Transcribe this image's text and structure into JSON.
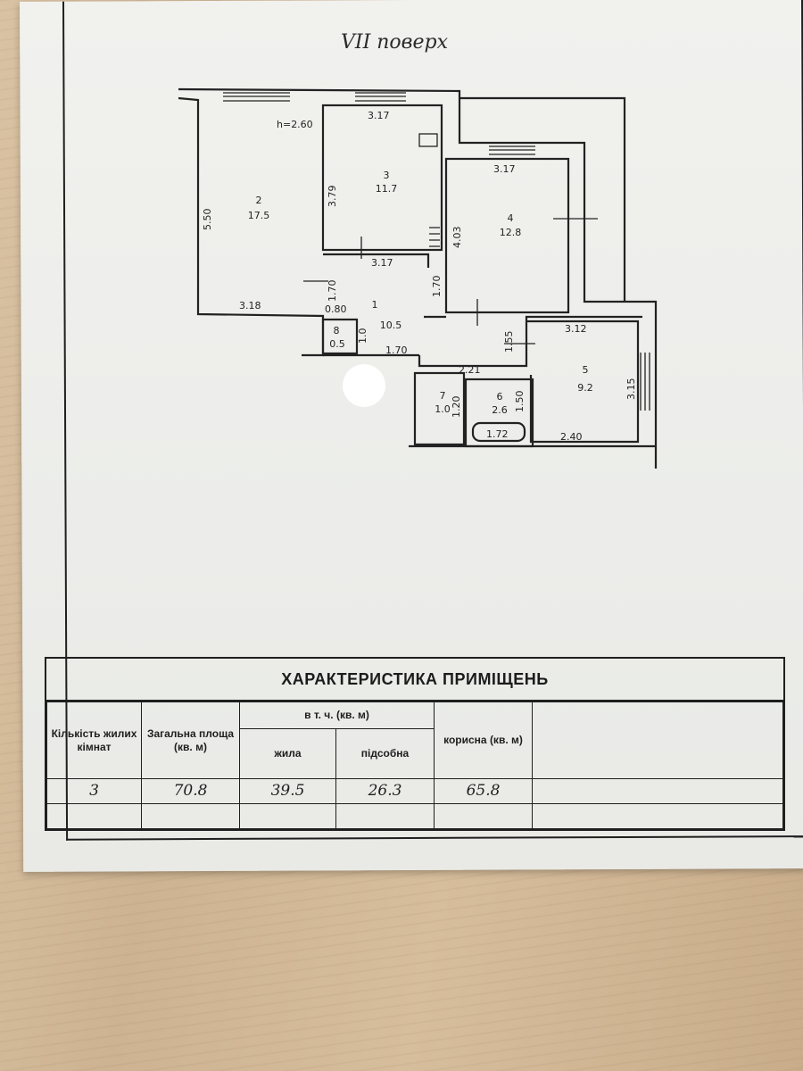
{
  "floor_label": "VII поверх",
  "plan": {
    "ceiling_height": "h=2.60",
    "rooms": [
      {
        "number": "1",
        "area": "10.5"
      },
      {
        "number": "2",
        "area": "17.5"
      },
      {
        "number": "3",
        "area": "11.7"
      },
      {
        "number": "4",
        "area": "12.8"
      },
      {
        "number": "5",
        "area": "9.2"
      },
      {
        "number": "6",
        "area": "2.6"
      },
      {
        "number": "7",
        "area": "1.0"
      },
      {
        "number": "8",
        "area": "0.5"
      }
    ],
    "dimensions": [
      "3.17",
      "3.17",
      "5.50",
      "3.79",
      "3.17",
      "4.03",
      "3.18",
      "0.80",
      "1.70",
      "1.70",
      "1.70",
      "1.0",
      "1.55",
      "3.12",
      "3.15",
      "2.21",
      "1.20",
      "1.50",
      "1.72",
      "2.40"
    ]
  },
  "spec": {
    "title": "ХАРАКТЕРИСТИКА ПРИМІЩЕНЬ",
    "headers": {
      "rooms_count": "Кількість жилих кімнат",
      "total_area": "Загальна площа (кв. м)",
      "incl": "в т. ч. (кв. м)",
      "living": "жила",
      "auxiliary": "підсобна",
      "useful": "корисна (кв. м)"
    },
    "values": {
      "rooms_count": "3",
      "total_area": "70.8",
      "living": "39.5",
      "auxiliary": "26.3",
      "useful": "65.8"
    }
  }
}
